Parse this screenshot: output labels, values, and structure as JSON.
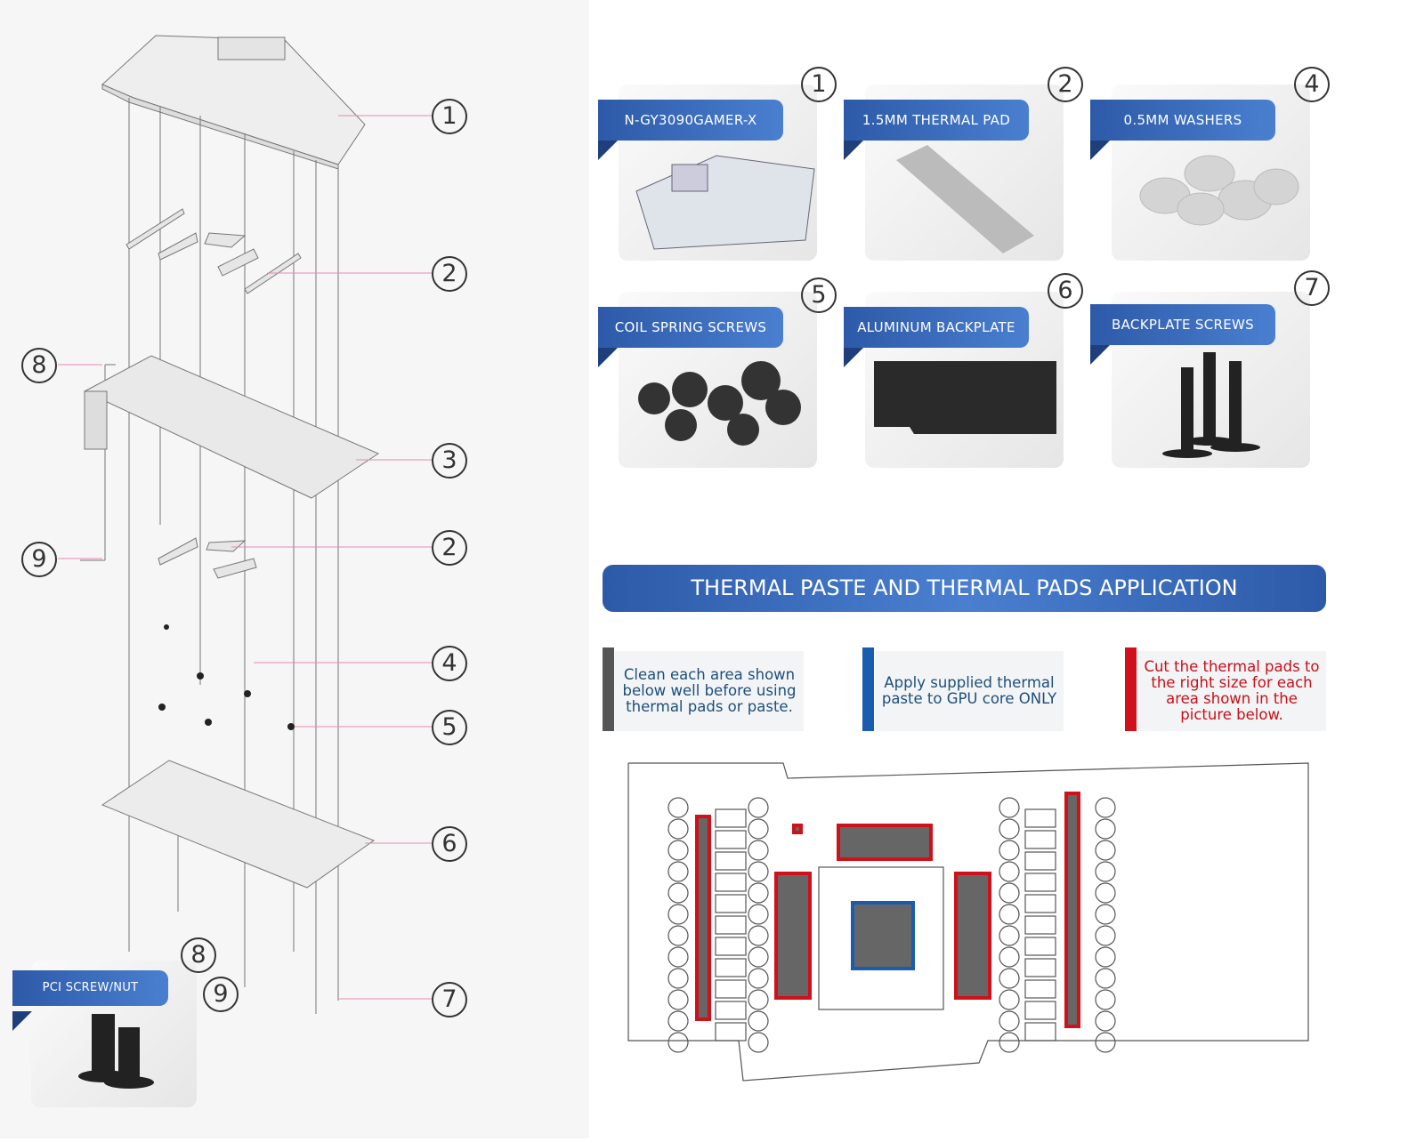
{
  "callouts": [
    "1",
    "2",
    "3",
    "2",
    "4",
    "5",
    "6",
    "7",
    "8",
    "9",
    "8",
    "9"
  ],
  "cards": [
    {
      "label": "N-GY3090GAMER-X",
      "num": "1"
    },
    {
      "label": "1.5MM THERMAL PAD",
      "num": "2"
    },
    {
      "label": "0.5MM WASHERS",
      "num": "4"
    },
    {
      "label": "COIL SPRING SCREWS",
      "num": "5"
    },
    {
      "label": "ALUMINUM BACKPLATE",
      "num": "6"
    },
    {
      "label": "BACKPLATE SCREWS",
      "num": "7"
    }
  ],
  "pci_card": {
    "label": "PCI SCREW/NUT"
  },
  "banner": "THERMAL PASTE AND THERMAL PADS APPLICATION",
  "notes": [
    {
      "text": "Clean each area shown below well before using thermal pads or paste.",
      "color": "#1d4f7a",
      "bar": "#555555"
    },
    {
      "text": "Apply supplied thermal paste to GPU core ONLY",
      "color": "#1d4f7a",
      "bar": "#1a5db0"
    },
    {
      "text": "Cut the thermal pads to the right size for each area shown in the picture below.",
      "color": "#c8101a",
      "bar": "#d0101a"
    }
  ],
  "colors": {
    "accent": "#3a6bbd",
    "pad": "#d0101a",
    "core": "#1a5db0"
  }
}
